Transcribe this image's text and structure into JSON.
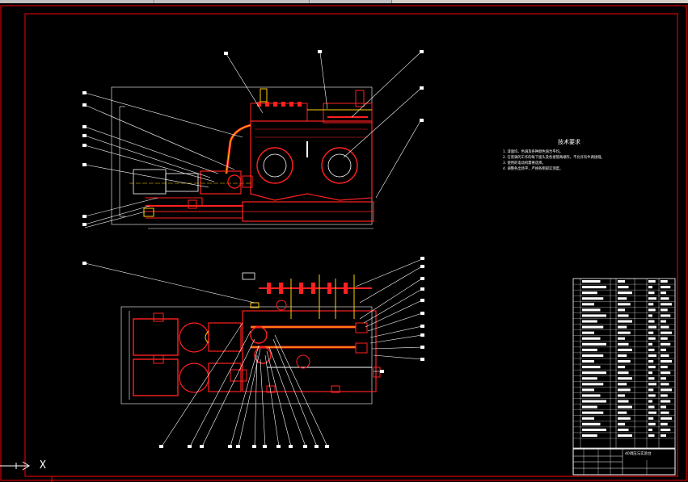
{
  "window": {
    "toolbar_segments": 3
  },
  "technical_notes": {
    "title": "技术要求",
    "lines": [
      "1. 漆面均、色调及各种颜色值合平均。",
      "2. 在装调的工作的每下面头及各接管两端作，不允许有牛两接缝。",
      "3. 使用的电动机需要选择。",
      "4. 调整各出场平，严格各侧部实测度。"
    ]
  },
  "title_block": {
    "title": "40调压与实验台"
  },
  "ucs_icon": {
    "axis_label": "X"
  },
  "colors": {
    "background": "#000000",
    "frame": "#ff0000",
    "linework": "#ffffff",
    "component": "#ff2020",
    "highlight": "#ffd000",
    "accent_yellow": "#e0e000"
  }
}
